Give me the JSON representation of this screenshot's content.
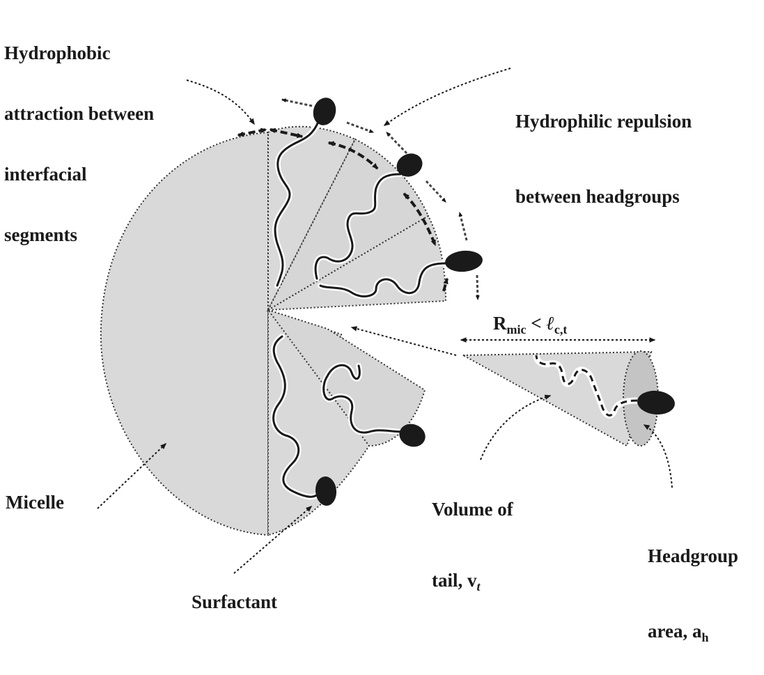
{
  "labels": {
    "hydrophobic": [
      "Hydrophobic",
      "attraction between",
      "interfacial",
      "segments"
    ],
    "hydrophilic": [
      "Hydrophilic repulsion",
      "between headgroups"
    ],
    "radius": {
      "main": "R",
      "main_sub": "mic",
      "rel": "<",
      "ell": "ℓ",
      "ell_sub": "c,t"
    },
    "volume": {
      "line1": "Volume of",
      "line2": "tail, v",
      "line2_sub": "t"
    },
    "headgroup": {
      "line1": "Headgroup",
      "line2": "area, a",
      "line2_sub": "h"
    },
    "micelle": "Micelle",
    "surfactant": "Surfactant"
  },
  "colors": {
    "fill": "#d9d9d9",
    "fill_dark": "#c7c7c7",
    "ink": "#1a1a1a"
  }
}
